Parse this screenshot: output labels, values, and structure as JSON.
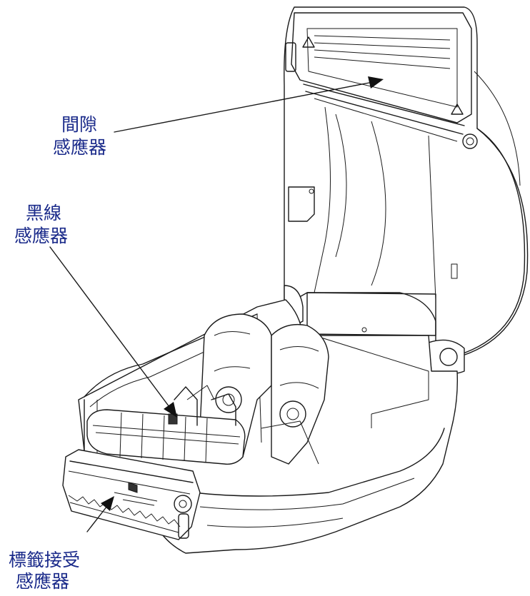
{
  "labels": {
    "gap_sensor": [
      "間隙",
      "感應器"
    ],
    "black_line_sensor": [
      "黑線",
      "感應器"
    ],
    "label_taken_sensor": [
      "標籤接受",
      "感應器"
    ]
  },
  "colors": {
    "label_text": "#1a2a8a",
    "line_art": "#1a1a1a"
  }
}
